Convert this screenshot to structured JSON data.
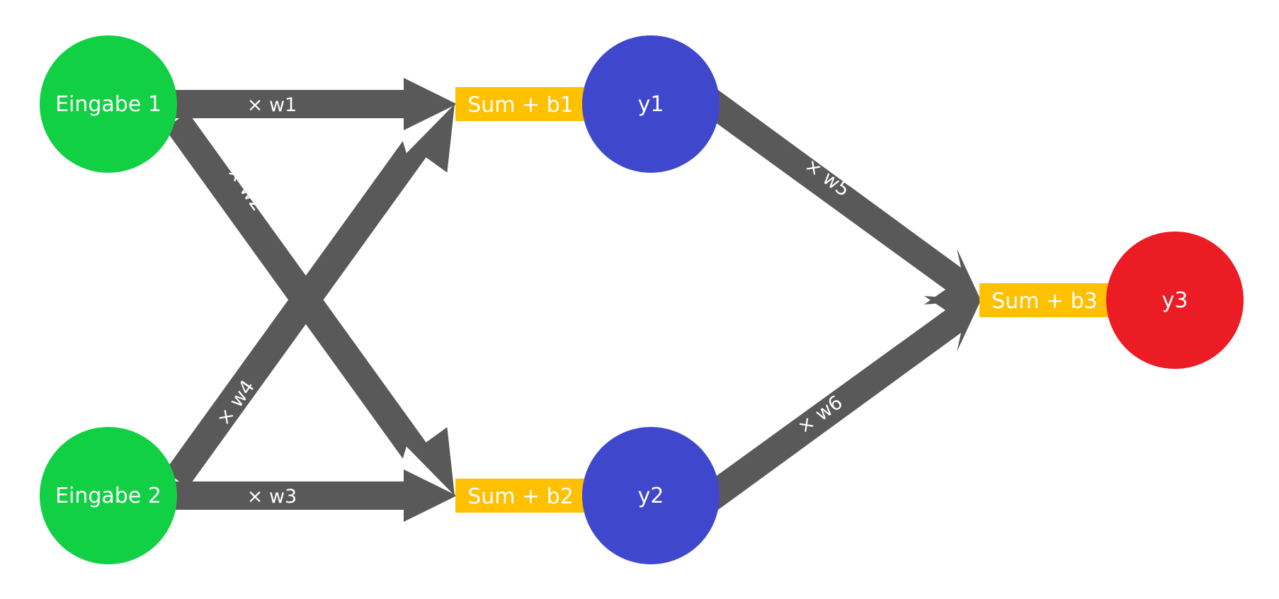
{
  "colors": {
    "input_node": "#11D044",
    "hidden_node": "#3F48CC",
    "output_node": "#EC1C24",
    "sum_box": "#FFC000",
    "edge": "#595959",
    "text": "#FFFFFF",
    "background": "#FFFFFF"
  },
  "nodes": {
    "input1": "Eingabe 1",
    "input2": "Eingabe 2",
    "hidden1": "y1",
    "hidden2": "y2",
    "output": "y3"
  },
  "sums": {
    "b1": "Sum + b1",
    "b2": "Sum + b2",
    "b3": "Sum + b3"
  },
  "weights": {
    "w1": "× w1",
    "w2": "× w2",
    "w3": "× w3",
    "w4": "× w4",
    "w5": "× w5",
    "w6": "× w6"
  }
}
